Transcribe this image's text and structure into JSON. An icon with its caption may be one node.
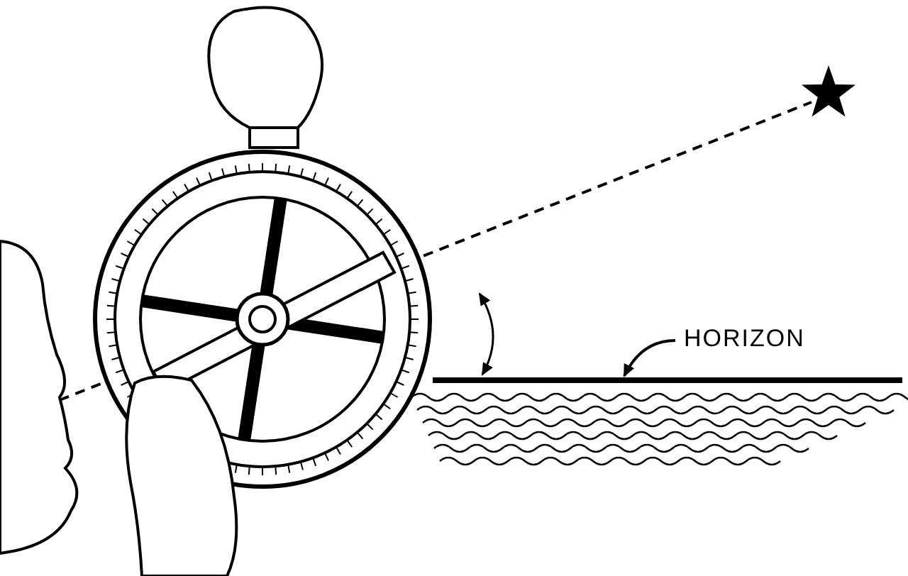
{
  "diagram": {
    "nodes": [
      {
        "text": [
          "HORIZON"
        ]
      },
      {
        "text": [],
        "shape": "line"
      },
      {
        "text": [],
        "shape": "person"
      },
      {
        "text": [],
        "shape": "star"
      }
    ],
    "edges": [
      {
        "from": 0,
        "to": 1,
        "arrow": "to"
      },
      {
        "from": 2,
        "to": 3,
        "arrow": "none",
        "style": "dashed"
      }
    ]
  }
}
